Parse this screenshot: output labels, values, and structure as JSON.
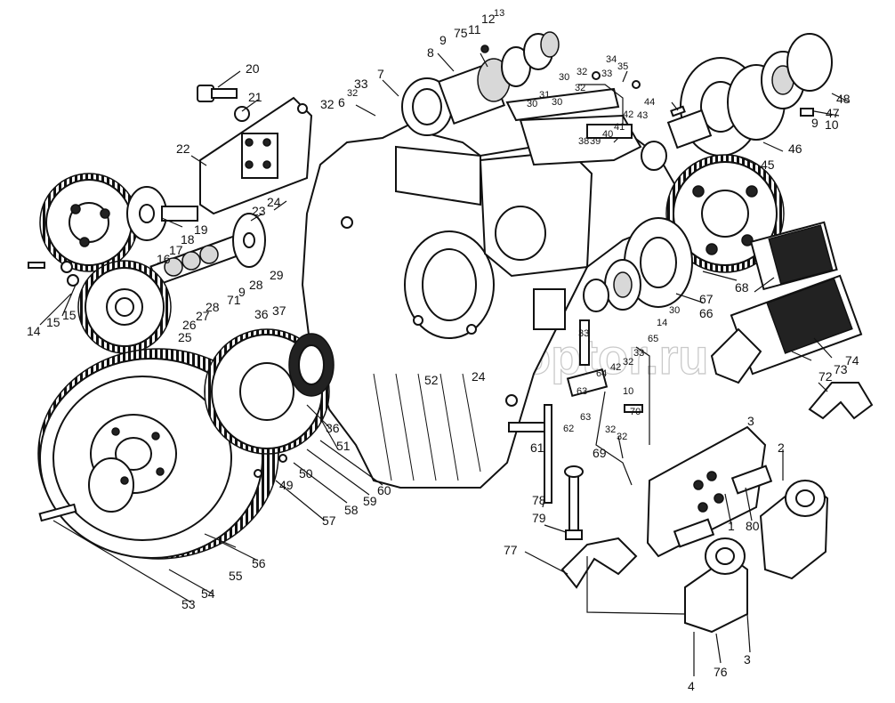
{
  "watermark": "ex-autoptor.ru",
  "callouts": {
    "c1": "1",
    "c2": "2",
    "c3": "3",
    "c4": "4",
    "c6": "6",
    "c7": "7",
    "c8": "8",
    "c9a": "9",
    "c9b": "9",
    "c9c": "9",
    "c10a": "10",
    "c10b": "10",
    "c11": "11",
    "c12": "12",
    "c13": "13",
    "c14a": "14",
    "c14b": "14",
    "c15a": "15",
    "c15b": "15",
    "c16": "16",
    "c17": "17",
    "c18": "18",
    "c19": "19",
    "c20": "20",
    "c21": "21",
    "c22": "22",
    "c23": "23",
    "c24a": "24",
    "c24b": "24",
    "c25": "25",
    "c26": "26",
    "c27": "27",
    "c28a": "28",
    "c28b": "28",
    "c29": "29",
    "c30a": "30",
    "c30b": "30",
    "c30c": "30",
    "c30d": "30",
    "c31": "31",
    "c32a": "32",
    "c32b": "32",
    "c32c": "32",
    "c32d": "32",
    "c32e": "32",
    "c32f": "32",
    "c32g": "32",
    "c33a": "33",
    "c33b": "33",
    "c33c": "33",
    "c34": "34",
    "c35": "35",
    "c36a": "36",
    "c36b": "36",
    "c37": "37",
    "c38": "38",
    "c39": "39",
    "c40": "40",
    "c41": "41",
    "c42a": "42",
    "c42b": "42",
    "c43": "43",
    "c44": "44",
    "c45": "45",
    "c46": "46",
    "c47": "47",
    "c48": "48",
    "c49": "49",
    "c50": "50",
    "c51": "51",
    "c52": "52",
    "c53": "53",
    "c54": "54",
    "c55": "55",
    "c56": "56",
    "c57": "57",
    "c58": "58",
    "c59": "59",
    "c60": "60",
    "c61": "61",
    "c62": "62",
    "c63a": "63",
    "c63b": "63",
    "c64": "64",
    "c65": "65",
    "c66": "66",
    "c67": "67",
    "c68": "68",
    "c69": "69",
    "c70": "70",
    "c71": "71",
    "c72a": "72",
    "c72b": "72",
    "c73": "73",
    "c74": "74",
    "c75": "75",
    "c76": "76",
    "c77": "77",
    "c78": "78",
    "c79": "79",
    "c80": "80"
  }
}
